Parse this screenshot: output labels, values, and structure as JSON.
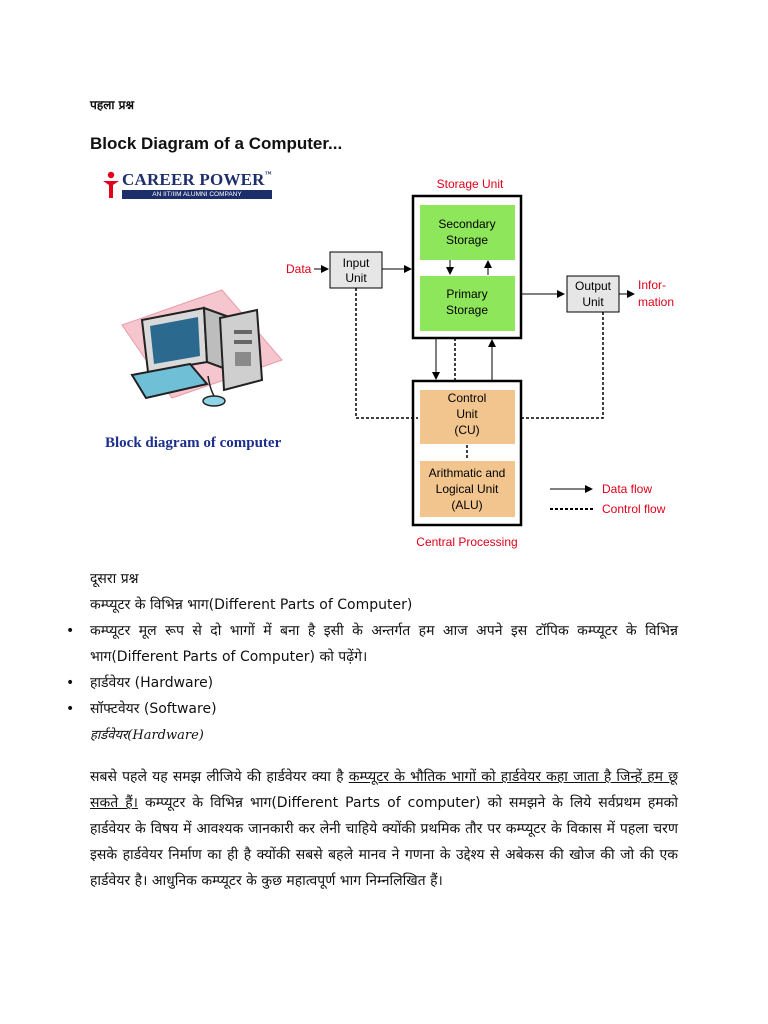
{
  "doc": {
    "q1": "पहला प्रश्न",
    "title": "Block Diagram of a Computer...",
    "logo": {
      "brand": "CAREER POWER",
      "tm": "™",
      "tagline": "AN IIT/IIM ALUMNI COMPANY"
    },
    "caption": "Block diagram of computer",
    "q2": "दूसरा प्रश्न",
    "subtitle": "कम्प्यूटर के विभिन्न भाग(Different Parts of Computer)",
    "bullets": [
      "कम्प्यूटर मूल रूप से दो भागों में बना है इसी के अन्तर्गत हम आज अपने इस टॉपिक कम्प्यूटर के विभिन्न भाग(Different Parts of Computer) को पढ़ेंगे।",
      "हार्डवेयर (Hardware)",
      "सॉफ्टवेयर (Software)"
    ],
    "hw_heading": "हार्डवेयर(Hardware)",
    "para_start": "सबसे पहले यह समझ लीजिये की हार्डवेयर क्या है",
    "para_underlined": "कम्प्यूटर के भौतिक भागों को हार्डवेयर कहा जाता है जिन्हें हम छू सकते हैं।",
    "para_rest": " कम्प्यूटर के विभिन्न भाग(Different Parts of computer) को समझने के लिये सर्वप्रथम हमको हार्डवेयर के विषय में आवश्यक जानकारी कर लेनी चाहिये क्योंकी प्रथमिक तौर पर कम्प्यूटर के विकास में पहला चरण इसके हार्डवेयर निर्माण का ही है क्योंकी सबसे बहले मानव ने गणना के उद्देश्य से अबेकस की खोज की जो की एक हार्डवेयर है। आधुनिक कम्प्यूटर के कुछ महात्वपूर्ण भाग निम्नलिखित हैं।"
  },
  "diagram": {
    "storage_unit": "Storage Unit",
    "secondary": [
      "Secondary",
      "Storage"
    ],
    "primary": [
      "Primary",
      "Storage"
    ],
    "data": "Data",
    "input": [
      "Input",
      "Unit"
    ],
    "output": [
      "Output",
      "Unit"
    ],
    "information": [
      "Infor-",
      "mation"
    ],
    "control": [
      "Control",
      "Unit",
      "(CU)"
    ],
    "alu": [
      "Arithmatic and",
      "Logical Unit",
      "(ALU)"
    ],
    "legend_data": "Data flow",
    "legend_control": "Control flow",
    "central": "Central Processing",
    "colors": {
      "green": "#8ee65a",
      "tan": "#f2c58f",
      "red": "#e2001a",
      "grey": "#e6e6e6"
    }
  }
}
